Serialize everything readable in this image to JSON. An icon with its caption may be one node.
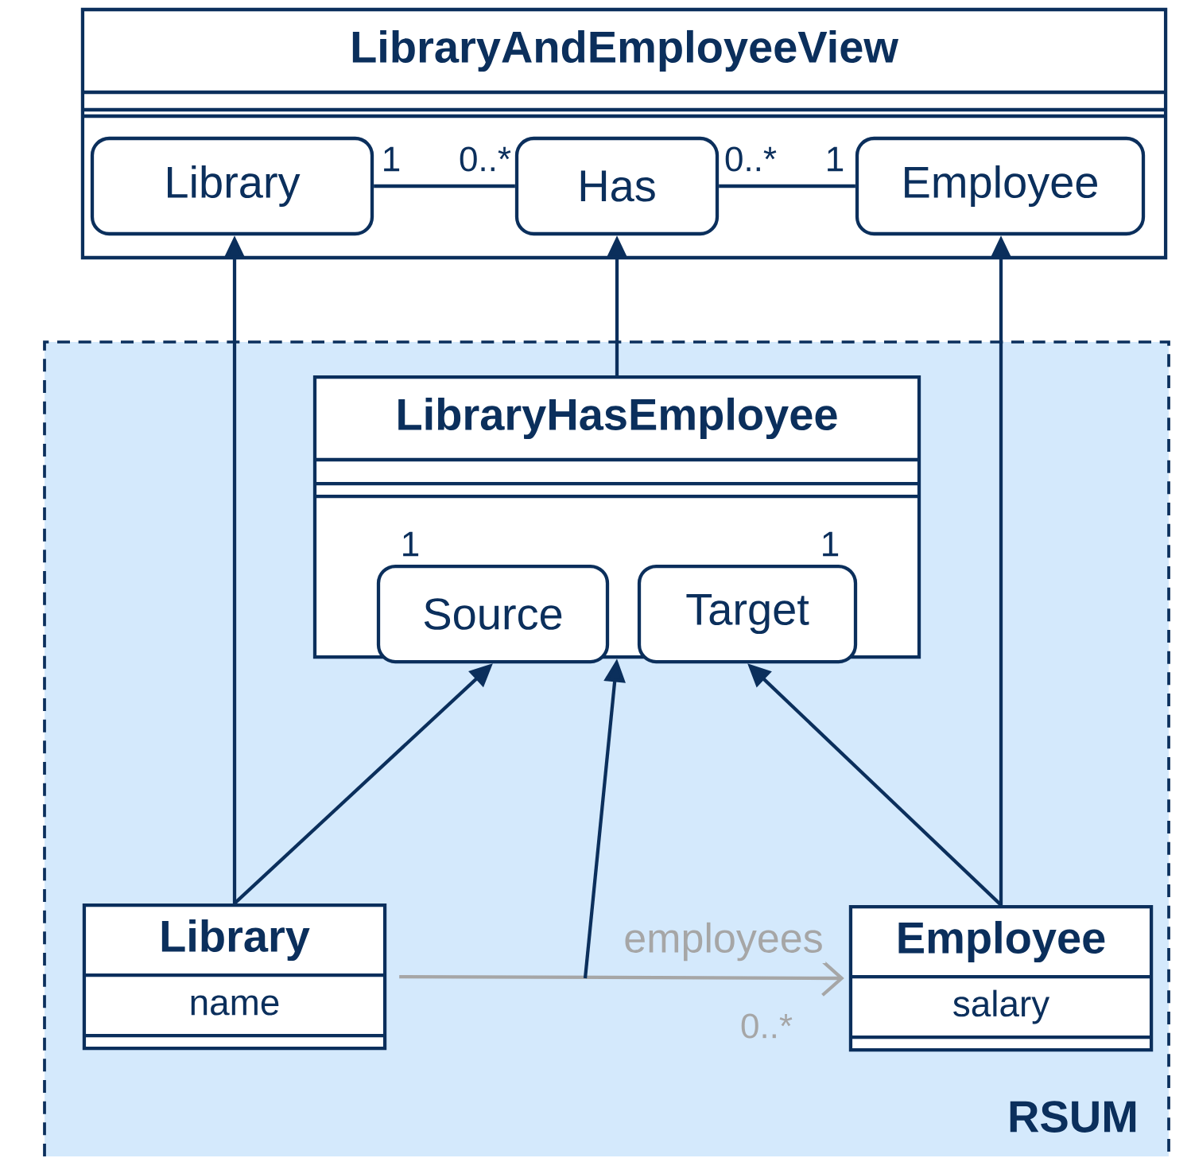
{
  "diagram": {
    "nodes": [
      {
        "text": [
          "LibraryAndEmployeeView"
        ]
      },
      {
        "text": [
          "Library"
        ],
        "in": 0
      },
      {
        "text": [
          "Has"
        ],
        "in": 0
      },
      {
        "text": [
          "Employee"
        ],
        "in": 0
      },
      {
        "text": [
          "RSUM"
        ]
      },
      {
        "text": [
          "LibraryHasEmployee"
        ],
        "in": 4
      },
      {
        "text": [
          "Source"
        ],
        "in": 5
      },
      {
        "text": [
          "Target"
        ],
        "in": 5
      },
      {
        "text": [
          "Library",
          "name"
        ],
        "in": 4
      },
      {
        "text": [
          "Employee",
          "salary"
        ],
        "in": 4
      }
    ],
    "edges": [
      {
        "from": 1,
        "to": 2,
        "arrow": "none"
      },
      {
        "from": 2,
        "to": 3,
        "arrow": "none"
      },
      {
        "from": 8,
        "to": 1,
        "arrow": "to"
      },
      {
        "from": 5,
        "to": 2,
        "arrow": "to"
      },
      {
        "from": 9,
        "to": 3,
        "arrow": "to"
      },
      {
        "from": 8,
        "to": 6,
        "arrow": "to"
      },
      {
        "from": 9,
        "to": 7,
        "arrow": "to"
      },
      {
        "from": 8,
        "to": 9,
        "arrow": "to",
        "label": "employees",
        "color": "#a6a6a6"
      },
      {
        "from": null,
        "to": 5,
        "arrow": "to"
      }
    ],
    "labels": [
      "1",
      "0..*",
      "0..*",
      "1",
      "1",
      "1",
      "0..*"
    ]
  }
}
